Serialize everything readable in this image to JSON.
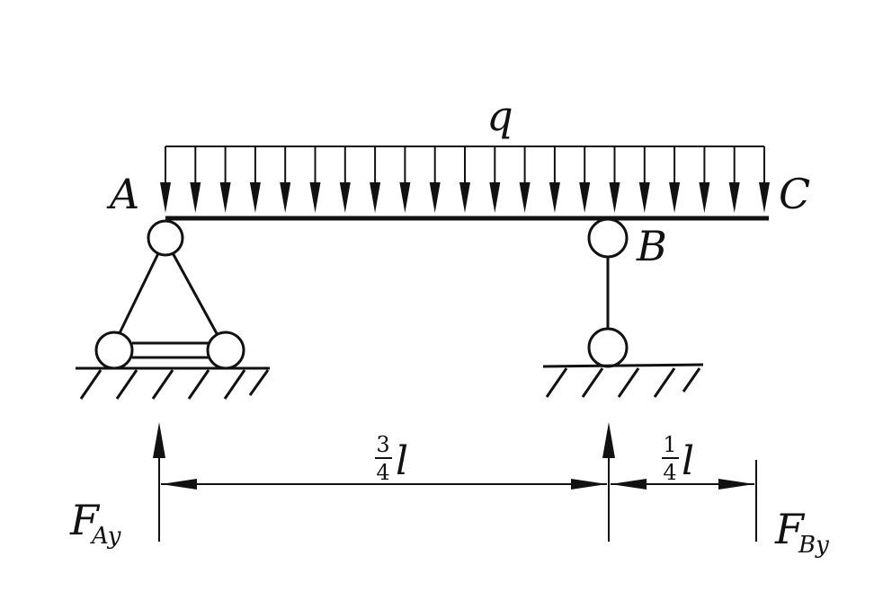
{
  "labels": {
    "q": "q",
    "A": "A",
    "B": "B",
    "C": "C",
    "FAy_main": "F",
    "FAy_sub": "Ay",
    "FBy_main": "F",
    "FBy_sub": "By"
  },
  "dimensions": {
    "left": {
      "numerator": "3",
      "denominator": "4",
      "symbol": "l"
    },
    "right": {
      "numerator": "1",
      "denominator": "4",
      "symbol": "l"
    }
  },
  "load": {
    "arrow_count": 21
  }
}
